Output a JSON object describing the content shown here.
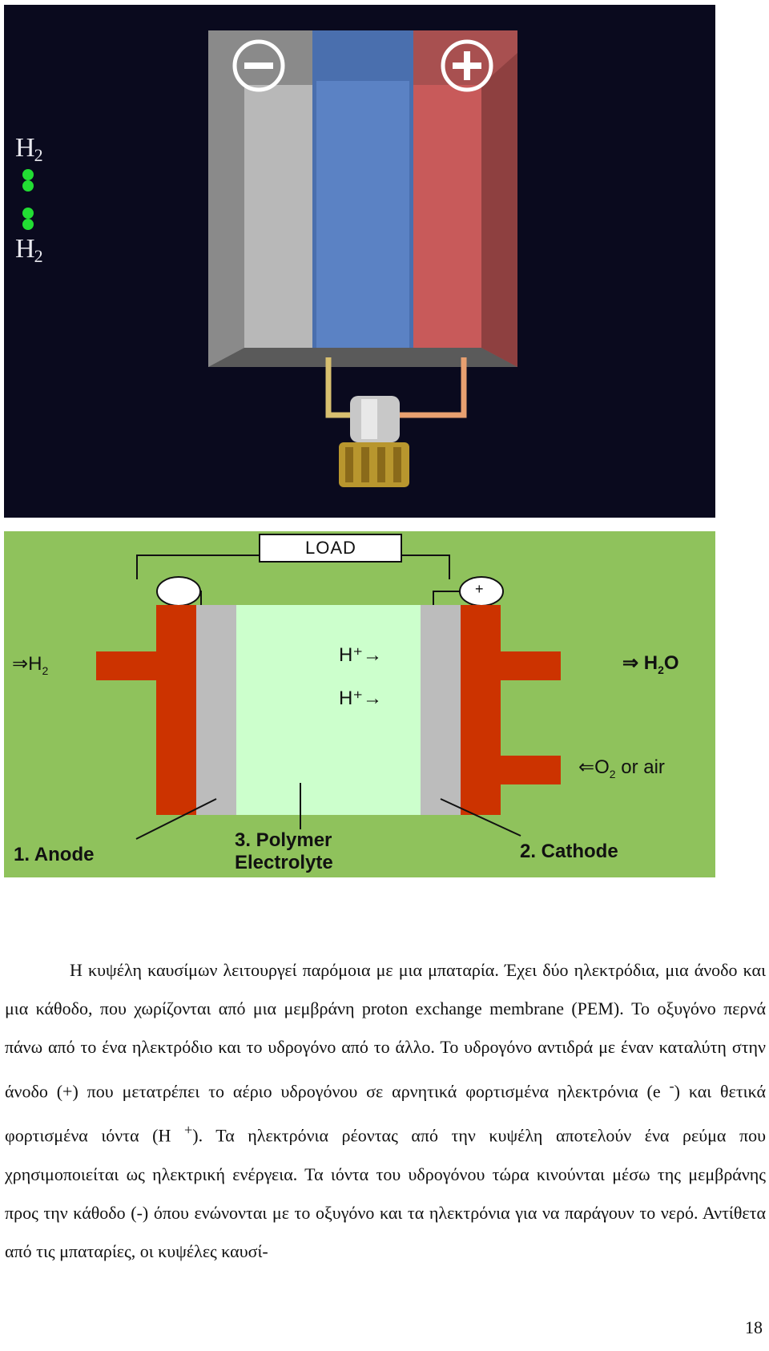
{
  "animation": {
    "h2_top": "H",
    "h2_bottom": "H",
    "subscript": "2",
    "minus_symbol": "−",
    "plus_symbol": "+",
    "colors": {
      "background": "#0a0a1e",
      "anode": "#b8b8b8",
      "membrane": "#5b82c4",
      "cathode": "#c85a5a",
      "hydrogen": "#22dd33",
      "gear": "#b8962e"
    }
  },
  "schematic": {
    "load_label": "LOAD",
    "cathode_terminal_symbol": "+",
    "proton_1": "H⁺→",
    "proton_2": "H⁺→",
    "input_h2_arrow": "⇒",
    "input_h2": "H",
    "input_h2_sub": "2",
    "output_arrow": "⇒",
    "output_h2o_pre": "H",
    "output_h2o_sub": "2",
    "output_h2o_post": "O",
    "oxygen_arrow": "⇐",
    "oxygen_pre": "O",
    "oxygen_sub": "2",
    "oxygen_post": " or air",
    "anode_label": "1. Anode",
    "electrolyte_label_line1": "3. Polymer",
    "electrolyte_label_line2": "Electrolyte",
    "cathode_label": "2. Cathode",
    "colors": {
      "background": "#8fc25c",
      "plate": "#cc3300",
      "electrode": "#bcbcbc",
      "electrolyte": "#ccffcc"
    }
  },
  "paragraph": {
    "part1": "Η κυψέλη καυσίμων λειτουργεί παρόμοια με μια μπαταρία. Έχει δύο ηλεκτρόδια, μια άνοδο και μια κάθοδο, που χωρίζονται από μια μεμβράνη proton exchange membrane (PEM). Το οξυγόνο περνά πάνω από το ένα ηλεκτρόδιο και το υδρογόνο από το άλλο. Το υδρογόνο αντιδρά με έναν καταλύτη στην άνοδο (+) που μετατρέπει το αέριο υδρογόνου σε αρνητικά φορτισμένα ηλεκτρόνια (e ",
    "sup1": "-",
    "part2": ") και θετικά φορτισμένα ιόντα (H ",
    "sup2": "+",
    "part3": "). Τα ηλεκτρόνια ρέοντας από την κυψέλη αποτελούν ένα ρεύμα που χρησιμοποιείται ως ηλεκτρική ενέργεια. Τα ιόντα του υδρογόνου τώρα κινούνται μέσω της μεμβράνης προς την κάθοδο (-) όπου ενώνονται με το οξυγόνο και τα ηλεκτρόνια για να παράγουν το νερό. Αντίθετα από τις μπαταρίες, οι κυψέλες καυσί-"
  },
  "page_number": "18"
}
